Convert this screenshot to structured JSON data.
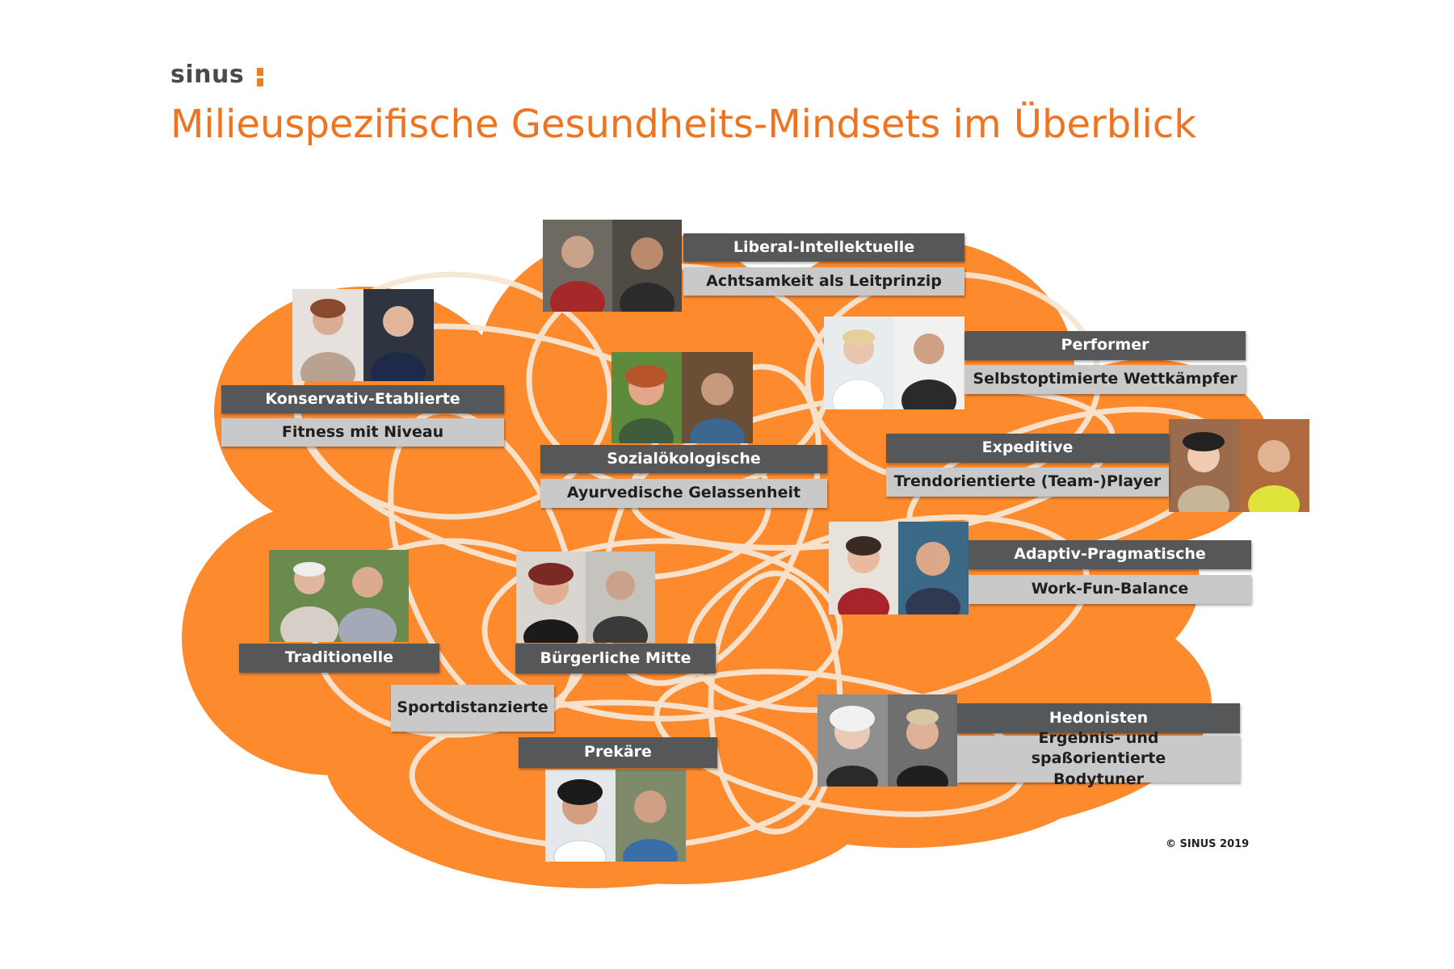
{
  "brand": {
    "logo_text": "sinus",
    "accent": "#ee7421"
  },
  "title": "Milieuspezifische Gesundheits-Mindsets im Überblick",
  "copyright": "© SINUS 2019",
  "colors": {
    "blob": "#fe8a2e",
    "line": "#f7e6d3",
    "label_dark": "#555759",
    "label_light": "#c9c9c9"
  },
  "milieus": [
    {
      "id": "liberal",
      "name": "Liberal-Intellektuelle",
      "mindset": "Achtsamkeit als Leitprinzip"
    },
    {
      "id": "konservativ",
      "name": "Konservativ-Etablierte",
      "mindset": "Fitness mit Niveau"
    },
    {
      "id": "performer",
      "name": "Performer",
      "mindset": "Selbstoptimierte Wettkämpfer"
    },
    {
      "id": "sozial",
      "name": "Sozialökologische",
      "mindset": "Ayurvedische Gelassenheit"
    },
    {
      "id": "expeditive",
      "name": "Expeditive",
      "mindset": "Trendorientierte (Team-)Player"
    },
    {
      "id": "adaptiv",
      "name": "Adaptiv-Pragmatische",
      "mindset": "Work-Fun-Balance"
    },
    {
      "id": "traditionelle",
      "name": "Traditionelle",
      "mindset": "Sportdistanzierte"
    },
    {
      "id": "buergerlich",
      "name": "Bürgerliche Mitte",
      "mindset": ""
    },
    {
      "id": "prekaere",
      "name": "Prekäre",
      "mindset": ""
    },
    {
      "id": "hedonisten",
      "name": "Hedonisten",
      "mindset": "Ergebnis- und spaßorientierte Bodytuner"
    }
  ]
}
